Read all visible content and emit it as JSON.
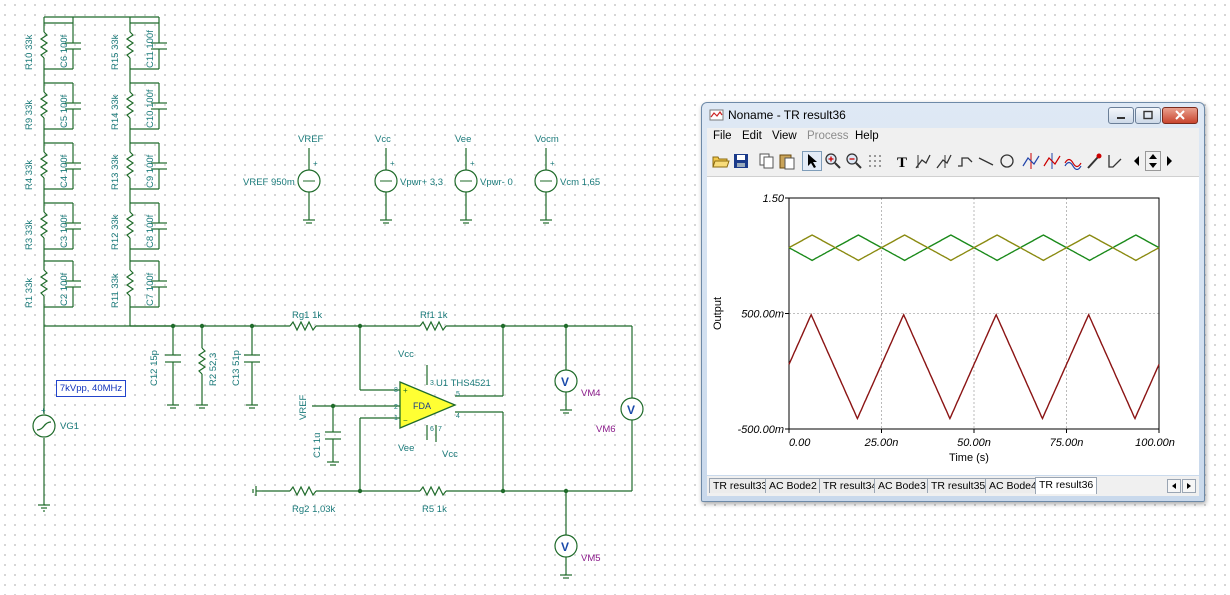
{
  "schematic": {
    "resistors_left": [
      "R10 33k",
      "R9 33k",
      "R4 33k",
      "R3 33k",
      "R1 33k"
    ],
    "caps_left": [
      "C6 100f",
      "C5 100f",
      "C4 100f",
      "C3 100f",
      "C2 100f"
    ],
    "resistors_right": [
      "R15 33k",
      "R14 33k",
      "R13 33k",
      "R12 33k",
      "R11 33k"
    ],
    "caps_right": [
      "C11 100f",
      "C10 100f",
      "C9 100f",
      "C8 100f",
      "C7 100f"
    ],
    "generator_box": "7kVpp, 40MHz",
    "generator_label": "VG1",
    "sources": [
      {
        "top": "VREF",
        "side": "VREF 950m"
      },
      {
        "top": "Vcc",
        "side": "Vpwr+ 3,3"
      },
      {
        "top": "Vee",
        "side": "Vpwr- 0"
      },
      {
        "top": "Vocm",
        "side": "Vcm 1,65"
      }
    ],
    "labels": {
      "c12": "C12 15p",
      "r2": "R2 52,3",
      "c13": "C13 51p",
      "rg1": "Rg1 1k",
      "rf1": "Rf1 1k",
      "rg2": "Rg2 1,03k",
      "r5": "R5 1k",
      "c1": "C1 1u",
      "vref": "VREF",
      "u1": "U1 THS4521",
      "fda": "FDA",
      "vcc_top": "Vcc",
      "vee_bot": "Vee",
      "vcc_bot": "Vcc",
      "vm4": "VM4",
      "vm5": "VM5",
      "vm6": "VM6",
      "pin8": "8",
      "pin2": "2",
      "pin1": "1",
      "pin5": "5",
      "pin4": "4",
      "pin3": "3",
      "pin6": "6",
      "pin7": "7"
    },
    "meter_symbol": "V",
    "colors": {
      "wire": "#1f6b2a",
      "component": "#1f6b2a",
      "text": "#1a7a7a",
      "meter_text": "#8a1a8a"
    }
  },
  "window": {
    "title": "Noname - TR result36",
    "menu": [
      {
        "label": "File",
        "enabled": true
      },
      {
        "label": "Edit",
        "enabled": true
      },
      {
        "label": "View",
        "enabled": true
      },
      {
        "label": "Process",
        "enabled": false
      },
      {
        "label": "Help",
        "enabled": true
      }
    ],
    "tabs": [
      "TR result33",
      "AC Bode2",
      "TR result34",
      "AC Bode3",
      "TR result35",
      "AC Bode4",
      "TR result36"
    ],
    "active_tab": "TR result36"
  },
  "chart_data": {
    "type": "line",
    "xlabel": "Time (s)",
    "ylabel": "Output",
    "xlim": [
      0,
      100
    ],
    "ylim": [
      -0.5,
      1.5
    ],
    "x_ticks": [
      "0.00",
      "25.00n",
      "50.00n",
      "75.00n",
      "100.00n"
    ],
    "y_ticks": [
      "1.50",
      "500.00m",
      "-500.00m"
    ],
    "y_tick_values": [
      1.5,
      0.5,
      -0.5
    ],
    "grid": true,
    "series": [
      {
        "color": "#1a8a1a",
        "period_ns": 25,
        "min": 0.96,
        "max": 1.18,
        "start_phase": "falling",
        "x0_value": 1.07
      },
      {
        "color": "#8a8a10",
        "period_ns": 25,
        "min": 0.96,
        "max": 1.18,
        "start_phase": "rising",
        "x0_value": 1.07
      },
      {
        "color": "#8b1414",
        "period_ns": 25,
        "min": -0.41,
        "max": 0.49,
        "start_phase": "rising",
        "x0_value": 0.07
      }
    ]
  }
}
